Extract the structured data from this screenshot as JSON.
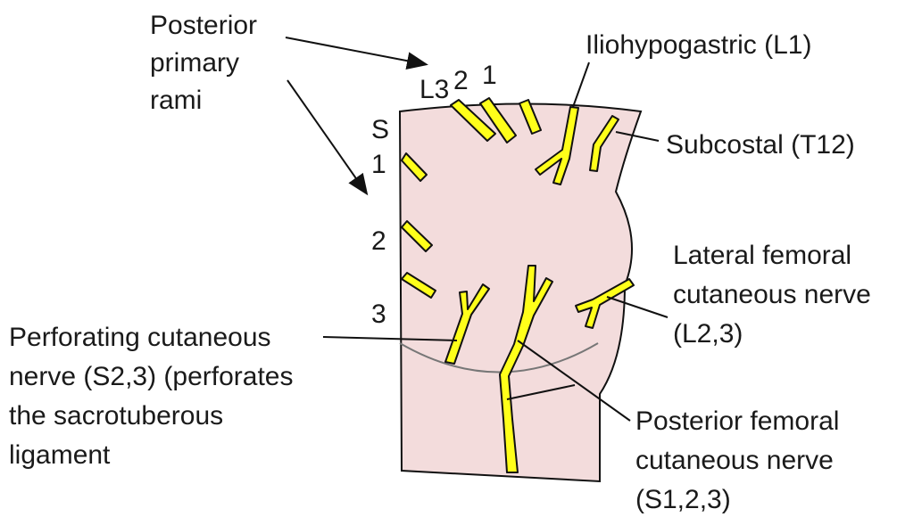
{
  "colors": {
    "skin": "#f3dcdc",
    "nerve": "#ffff1a",
    "outline": "#111111",
    "crease": "#777777"
  },
  "labels": {
    "posterior_rami": [
      "Posterior",
      "primary",
      "rami"
    ],
    "lumbar": [
      "L3",
      "2",
      "1"
    ],
    "sacral": [
      "S",
      "1",
      "2",
      "3"
    ],
    "iliohypogastric": "Iliohypogastric (L1)",
    "subcostal": "Subcostal (T12)",
    "lateral_femoral": [
      "Lateral femoral",
      "cutaneous nerve",
      "(L2,3)"
    ],
    "perforating": [
      "Perforating cutaneous",
      "nerve (S2,3) (perforates",
      "the sacrotuberous",
      "ligament"
    ],
    "posterior_femoral": [
      "Posterior femoral",
      "cutaneous nerve",
      "(S1,2,3)"
    ]
  }
}
